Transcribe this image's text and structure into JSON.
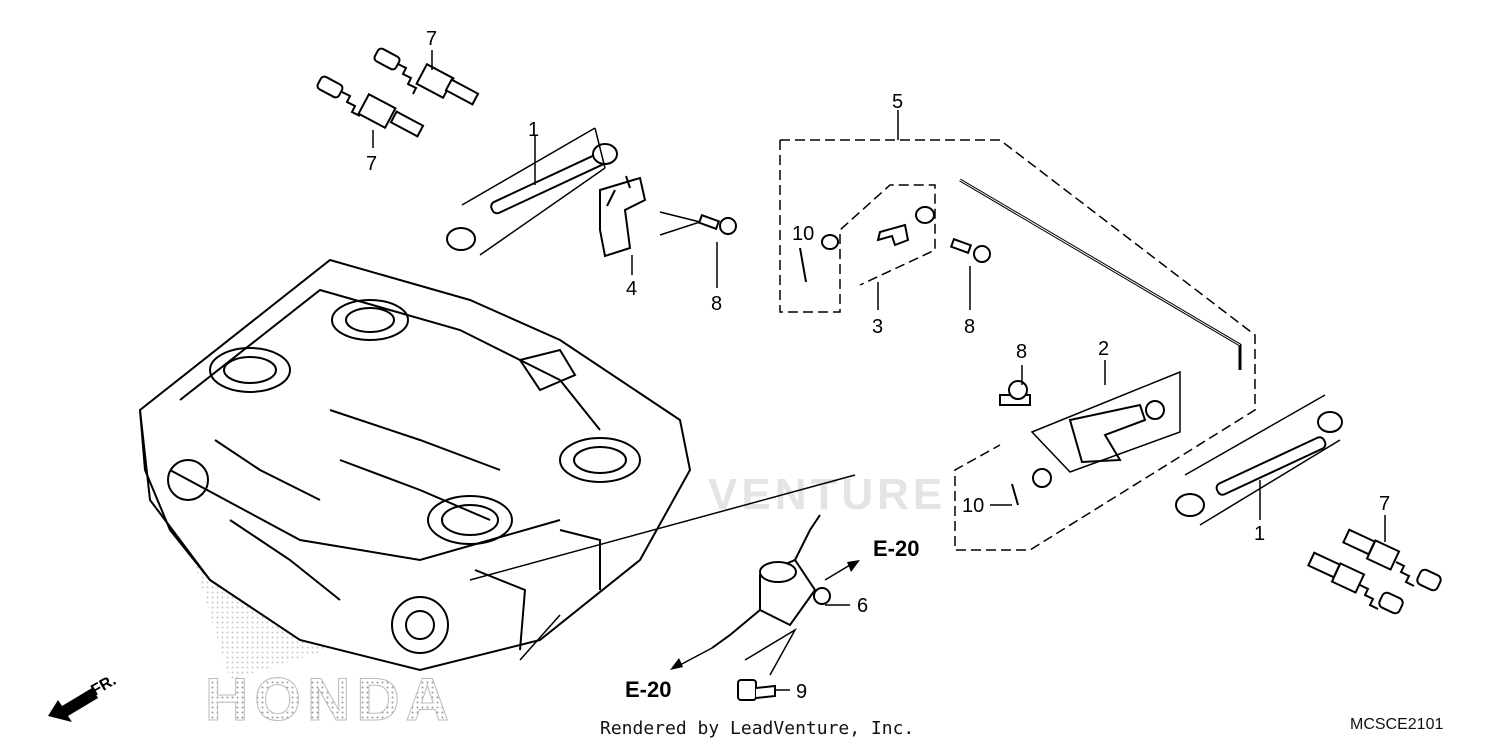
{
  "callouts": {
    "c1a": "1",
    "c1b": "1",
    "c2": "2",
    "c3": "3",
    "c4": "4",
    "c5": "5",
    "c6": "6",
    "c7a": "7",
    "c7b": "7",
    "c7c": "7",
    "c8a": "8",
    "c8b": "8",
    "c8c": "8",
    "c9": "9",
    "c10a": "10",
    "c10b": "10"
  },
  "refs": {
    "e20_upper": "E-20",
    "e20_lower": "E-20"
  },
  "direction": {
    "fr": "FR."
  },
  "brand": {
    "logo_text": "HONDA"
  },
  "watermark": {
    "text": "VENTURE"
  },
  "footer": {
    "rendered_by": "Rendered by LeadVenture, Inc.",
    "diagram_code": "MCSCE2101"
  },
  "icons": {
    "direction_arrow": "arrow-left-down-icon"
  }
}
